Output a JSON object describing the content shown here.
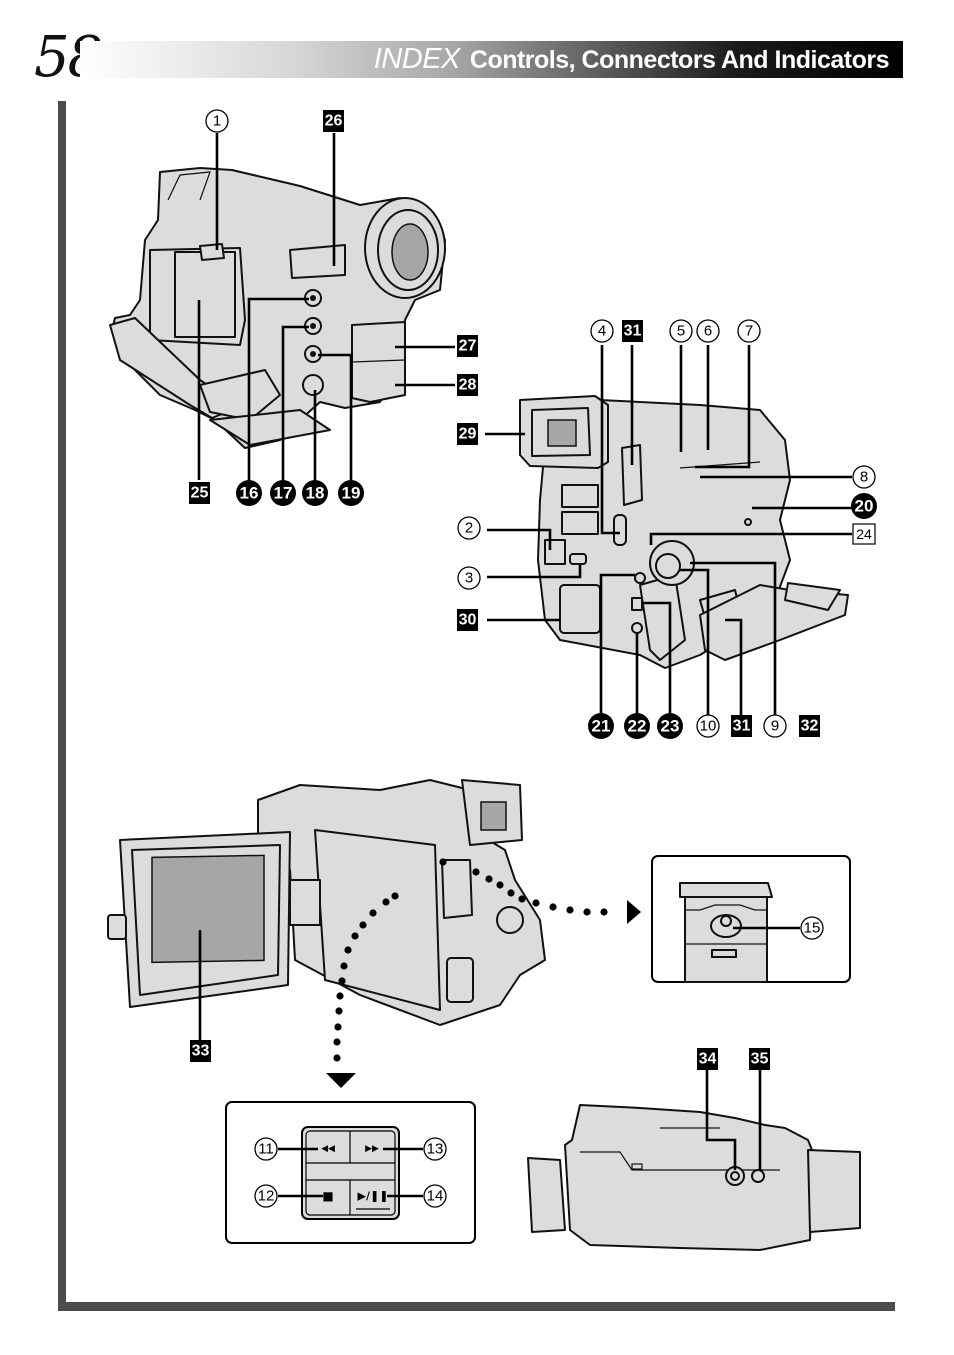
{
  "header": {
    "page_number": "58",
    "section": "INDEX",
    "title": "Controls, Connectors And Indicators"
  },
  "colors": {
    "frame": "#4d4d4d",
    "body_fill": "#dcdcdc",
    "screen_fill": "#a6a6a6",
    "ink": "#111111"
  },
  "callouts": {
    "c1": "1",
    "c2": "2",
    "c3": "3",
    "c4": "4",
    "c5": "5",
    "c6": "6",
    "c7": "7",
    "c8": "8",
    "c9": "9",
    "c10": "10",
    "c11": "11",
    "c12": "12",
    "c13": "13",
    "c14": "14",
    "c15": "15",
    "c16": "16",
    "c17": "17",
    "c18": "18",
    "c19": "19",
    "c20": "20",
    "c21": "21",
    "c22": "22",
    "c23": "23",
    "c24": "24",
    "c25": "25",
    "c26": "26",
    "c27": "27",
    "c28": "28",
    "c29": "29",
    "c30": "30",
    "c31": "31",
    "c31b": "31",
    "c32": "32",
    "c33": "33",
    "c34": "34",
    "c35": "35"
  },
  "transport_buttons": {
    "rewind": "◀◀",
    "fast_forward": "▶▶",
    "stop": "■",
    "play_pause": "▶/❚❚"
  }
}
